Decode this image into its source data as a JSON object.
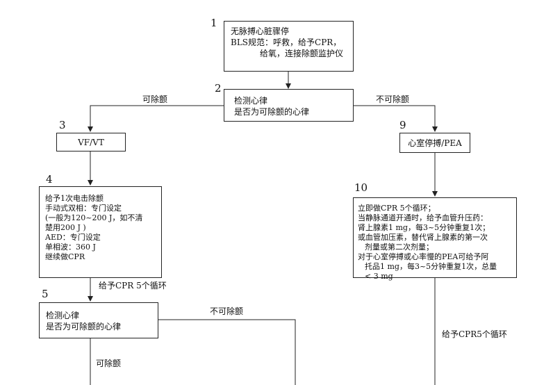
{
  "steps": {
    "s1": {
      "num": "1",
      "lines": [
        "无脉搏心脏骤停",
        "BLS规范：呼救，给予CPR，",
        "给氧，连接除颤监护仪"
      ]
    },
    "s2": {
      "num": "2",
      "lines": [
        "检测心律",
        "是否为可除颤的心律"
      ]
    },
    "s3": {
      "num": "3",
      "lines": [
        "VF/VT"
      ]
    },
    "s4": {
      "num": "4",
      "lines": [
        "给予1次电击除颤",
        "手动式双相：专门设定",
        "(一般为120~200 J，如不清",
        "楚用200 J )",
        "AED：专门设定",
        "单相波：360 J",
        "继续做CPR"
      ]
    },
    "s5": {
      "num": "5",
      "lines": [
        "检测心律",
        "是否为可除颤的心律"
      ]
    },
    "s9": {
      "num": "9",
      "lines": [
        "心室停搏/PEA"
      ]
    },
    "s10": {
      "num": "10",
      "lines": [
        "立即做CPR 5个循环；",
        "当静脉通道开通时，给予血管升压药：",
        "肾上腺素1 mg，每3~5分钟重复1次；",
        "或血管加压素，替代肾上腺素的第一次",
        "剂量或第二次剂量；",
        "对于心室停搏或心率慢的PEA可给予阿",
        "托品1 mg，每3~5分钟重复1次，总量",
        "< 3 mg"
      ]
    }
  },
  "labels": {
    "shockable": "可除颤",
    "non_shockable": "不可除颤",
    "cpr_after_shock": "给予CPR 5个循环",
    "non_shockable_2": "不可除颤",
    "shockable_2": "可除颤",
    "cpr_right": "给予CPR5个循环"
  }
}
